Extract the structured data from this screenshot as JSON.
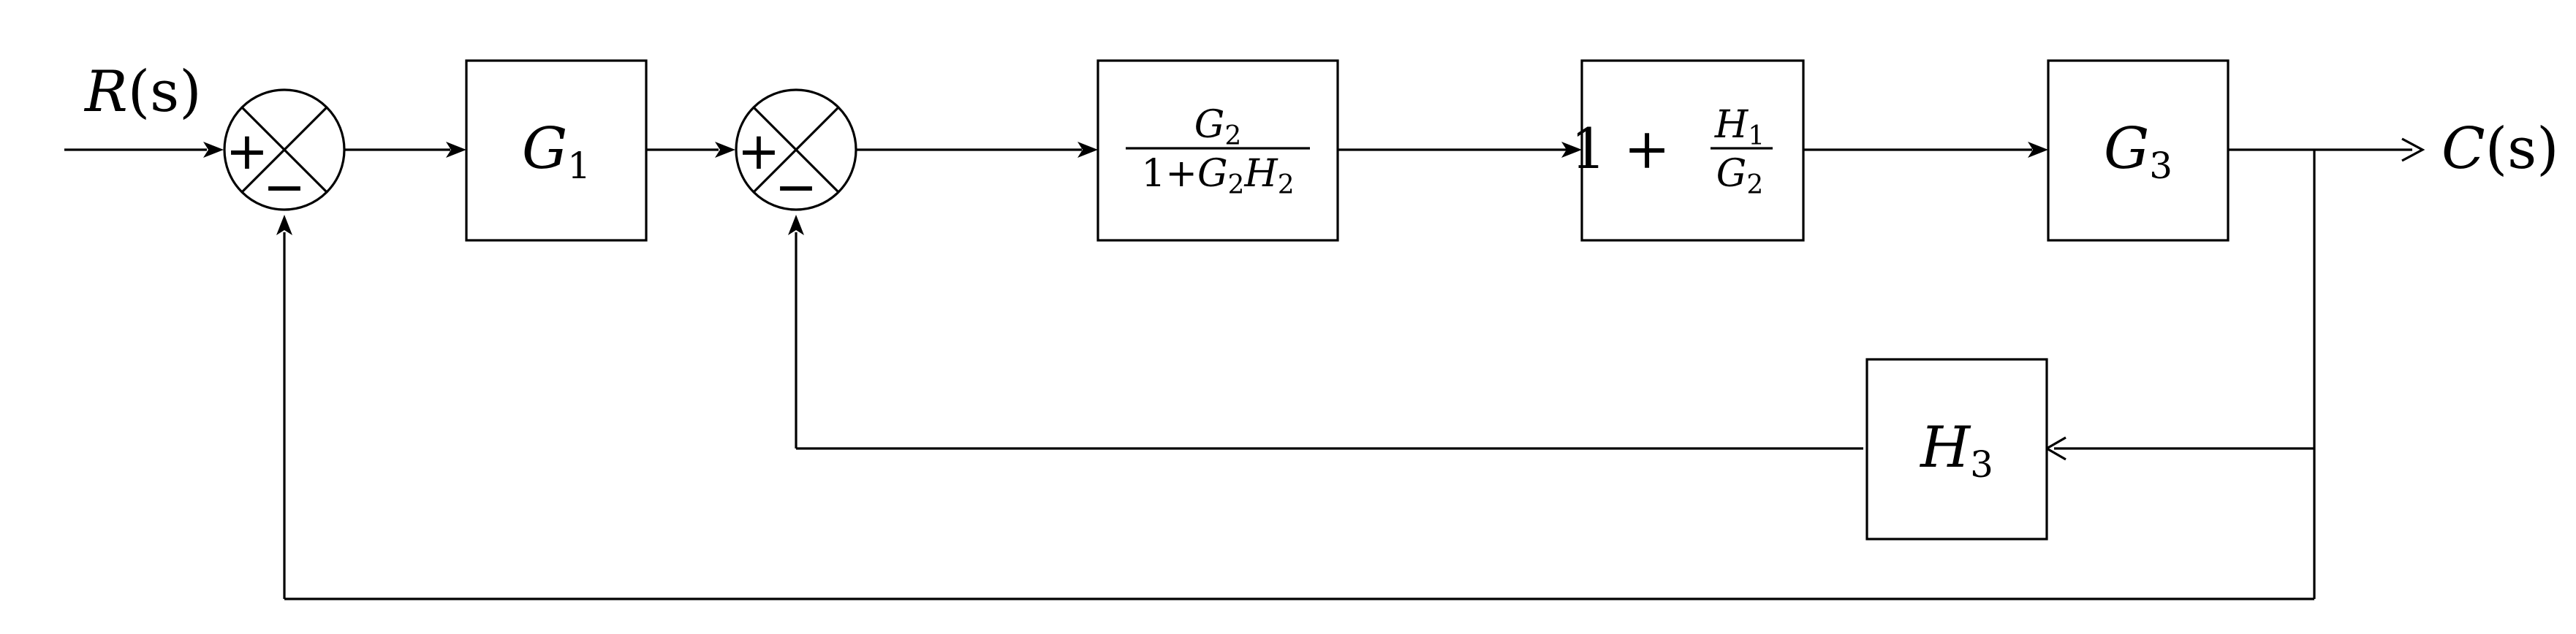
{
  "signals": {
    "input": {
      "var": "R",
      "arg": "(s)"
    },
    "output": {
      "var": "C",
      "arg": "(s)"
    }
  },
  "summing_junctions": [
    {
      "id": "sum1",
      "plus": "+",
      "minus": "−"
    },
    {
      "id": "sum2",
      "plus": "+",
      "minus": "−"
    }
  ],
  "blocks": {
    "g1": {
      "var": "G",
      "sub": "1"
    },
    "g2_closed": {
      "num_var": "G",
      "num_sub": "2",
      "den_one": "1+",
      "den_g": "G",
      "den_g_sub": "2",
      "den_h": "H",
      "den_h_sub": "2"
    },
    "h1_ff": {
      "one_plus": "1 +",
      "num_var": "H",
      "num_sub": "1",
      "den_var": "G",
      "den_sub": "2"
    },
    "g3": {
      "var": "G",
      "sub": "3"
    },
    "h3": {
      "var": "H",
      "sub": "3"
    }
  },
  "colors": {
    "line": "#000000",
    "background": "#ffffff"
  }
}
